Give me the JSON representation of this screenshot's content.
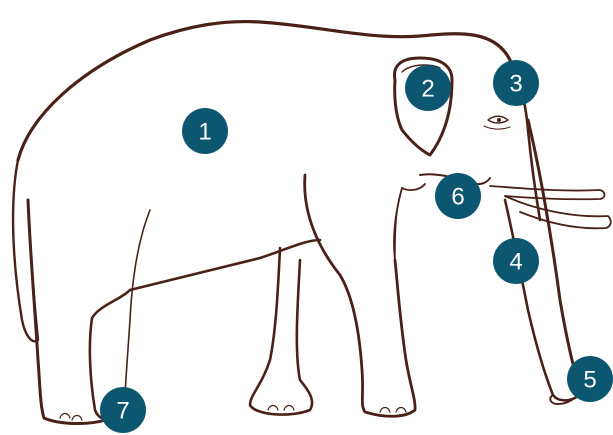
{
  "colors": {
    "outline": "#4a2118",
    "marker_fill": "#0d5670",
    "marker_text": "#ffffff",
    "background": "#ffffff"
  },
  "markers": [
    {
      "label": "1",
      "part": "body"
    },
    {
      "label": "2",
      "part": "ear"
    },
    {
      "label": "3",
      "part": "head"
    },
    {
      "label": "4",
      "part": "trunk"
    },
    {
      "label": "5",
      "part": "trunk-tip"
    },
    {
      "label": "6",
      "part": "mouth"
    },
    {
      "label": "7",
      "part": "foot"
    }
  ]
}
